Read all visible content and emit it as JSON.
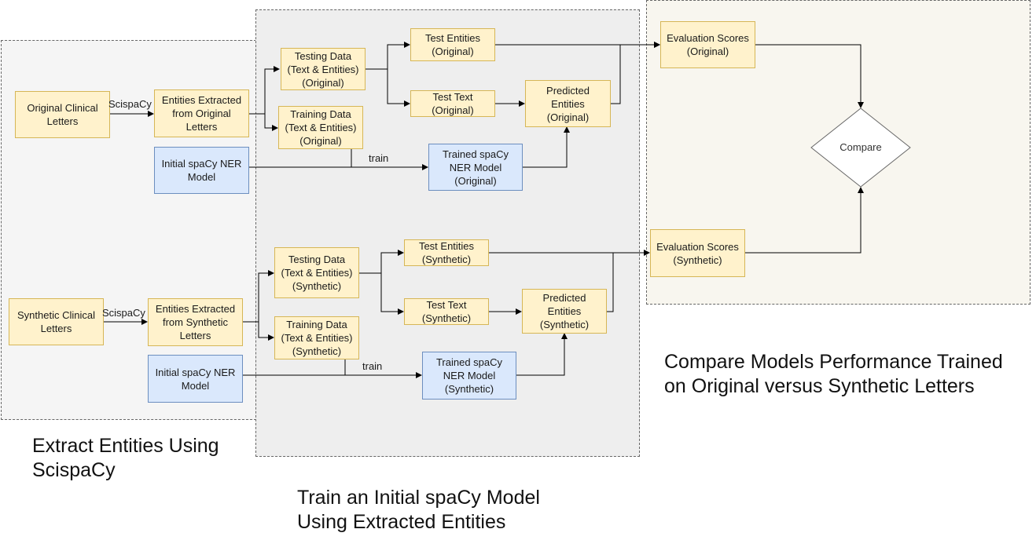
{
  "regions": {
    "extract_caption": "Extract Entities Using\nScispaCy",
    "train_caption": "Train an Initial spaCy Model\nUsing Extracted Entities",
    "compare_caption": "Compare Models Performance Trained\non Original versus Synthetic Letters"
  },
  "nodes": {
    "orig_letters": "Original Clinical\nLetters",
    "orig_extracted": "Entities Extracted\nfrom Original\nLetters",
    "orig_testing": "Testing Data\n(Text & Entities)\n(Original)",
    "orig_training": "Training Data\n(Text & Entities)\n(Original)",
    "orig_initial": "Initial spaCy NER\nModel",
    "orig_test_entities": "Test Entities\n(Original)",
    "orig_test_text": "Test Text\n(Original)",
    "orig_predicted": "Predicted\nEntities\n(Original)",
    "orig_trained": "Trained spaCy\nNER Model\n(Original)",
    "orig_eval": "Evaluation Scores\n(Original)",
    "compare": "Compare",
    "syn_letters": "Synthetic Clinical\nLetters",
    "syn_extracted": "Entities Extracted\nfrom Synthetic\nLetters",
    "syn_testing": "Testing Data\n(Text & Entities)\n(Synthetic)",
    "syn_training": "Training Data\n(Text & Entities)\n(Synthetic)",
    "syn_initial": "Initial spaCy NER\nModel",
    "syn_test_entities": "Test Entities\n(Synthetic)",
    "syn_test_text": "Test Text\n(Synthetic)",
    "syn_predicted": "Predicted\nEntities\n(Synthetic)",
    "syn_trained": "Trained spaCy\nNER Model\n(Synthetic)",
    "syn_eval": "Evaluation Scores\n(Synthetic)"
  },
  "edge_labels": {
    "orig_scispacy": "ScispaCy",
    "orig_train": "train",
    "syn_scispacy": "ScispaCy",
    "syn_train": "train"
  }
}
